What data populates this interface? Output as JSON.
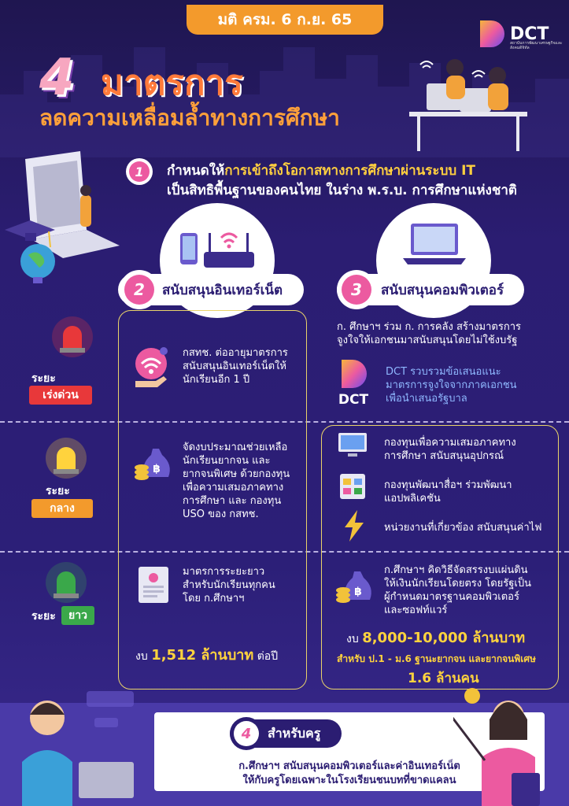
{
  "header": {
    "date": "มติ ครม. 6 ก.ย. 65",
    "logo_text": "DCT",
    "logo_sub": "สถาบันการพัฒนาเศรษฐกิจและสังคมดิจิทัล",
    "title_number": "4",
    "title_main": "มาตรการ",
    "title_sub": "ลดความเหลื่อมล้ำทางการศึกษา"
  },
  "point1": {
    "number": "1",
    "line1_prefix": "กำหนดให้",
    "line1_highlight": "การเข้าถึงโอกาสทางการศึกษาผ่านระบบ IT",
    "line2": "เป็นสิทธิพื้นฐานของคนไทย ในร่าง พ.ร.บ. การศึกษาแห่งชาติ"
  },
  "point2": {
    "number": "2",
    "label": "สนับสนุนอินเทอร์เน็ต"
  },
  "point3": {
    "number": "3",
    "label": "สนับสนุนคอมพิวเตอร์"
  },
  "phases": {
    "urgent": {
      "label": "ระยะ",
      "badge": "เร่งด่วน",
      "badge_color": "#e8383a"
    },
    "medium": {
      "label": "ระยะ",
      "badge": "กลาง",
      "badge_color": "#f39a2c"
    },
    "long": {
      "label": "ระยะ",
      "badge": "ยาว",
      "badge_color": "#3aa84a"
    }
  },
  "internet": {
    "urgent": [
      "กสทช. ต่ออายุมาตรการ",
      "สนับสนุนอินเทอร์เน็ตให้",
      "นักเรียนอีก 1 ปี"
    ],
    "medium": [
      "จัดงบประมาณช่วยเหลือ",
      "นักเรียนยากจน และ",
      "ยากจนพิเศษ ด้วยกองทุน",
      "เพื่อความเสมอภาคทาง",
      "การศึกษา และ กองทุน",
      "USO ของ กสทช."
    ],
    "long": [
      "มาตรการระยะยาว",
      "สำหรับนักเรียนทุกคน",
      "โดย ก.ศึกษาฯ"
    ],
    "budget_prefix": "งบ",
    "budget_amount": "1,512 ล้านบาท",
    "budget_suffix": "ต่อปี"
  },
  "computer": {
    "urgent_top": [
      "ก. ศึกษาฯ ร่วม ก. การคลัง สร้างมาตรการ",
      "จูงใจให้เอกชนมาสนับสนุนโดยไม่ใช้งบรัฐ"
    ],
    "urgent_dct": [
      "DCT รวบรวมข้อเสนอแนะ",
      "มาตรการจูงใจจากภาคเอกชน",
      "เพื่อนำเสนอรัฐบาล"
    ],
    "medium_items": [
      [
        "กองทุนเพื่อความเสมอภาคทาง",
        "การศึกษา สนับสนุนอุปกรณ์"
      ],
      [
        "กองทุนพัฒนาสื่อฯ ร่วมพัฒนา",
        "แอปพลิเคชัน"
      ],
      [
        "หน่วยงานที่เกี่ยวข้อง สนับสนุนค่าไฟ"
      ]
    ],
    "long": [
      "ก.ศึกษาฯ คิดวิธีจัดสรรงบแผ่นดิน",
      "ให้เงินนักเรียนโดยตรง โดยรัฐเป็น",
      "ผู้กำหนดมาตรฐานคอมพิวเตอร์",
      "และซอฟท์แวร์"
    ],
    "budget_prefix": "งบ",
    "budget_amount": "8,000-10,000 ล้านบาท",
    "for_line": "สำหรับ ป.1 - ม.6 ฐานะยากจน และยากจนพิเศษ",
    "count": "1.6 ล้านคน"
  },
  "point4": {
    "number": "4",
    "label": "สำหรับครู",
    "line1": "ก.ศึกษาฯ สนับสนุนคอมพิวเตอร์และค่าอินเทอร์เน็ต",
    "line2": "ให้กับครูโดยเฉพาะในโรงเรียนชนบทที่ขาดแคลน"
  },
  "colors": {
    "pink": "#ec5aa0",
    "orange": "#f39a2c",
    "yellow": "#ffd33d",
    "navy": "#2b1d72"
  }
}
